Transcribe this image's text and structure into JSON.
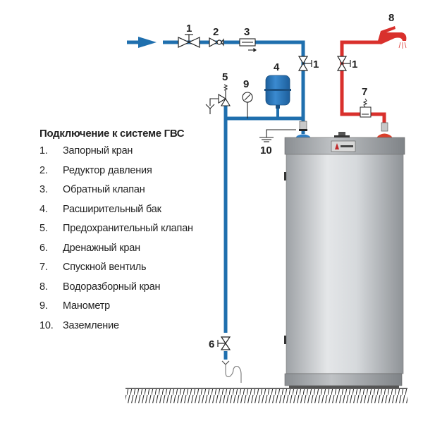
{
  "legend": {
    "title": "Подключение к системе ГВС",
    "items": [
      {
        "num": "1.",
        "label": "Запорный кран"
      },
      {
        "num": "2.",
        "label": "Редуктор давления"
      },
      {
        "num": "3.",
        "label": "Обратный клапан"
      },
      {
        "num": "4.",
        "label": "Расширительный бак"
      },
      {
        "num": "5.",
        "label": "Предохранительный клапан"
      },
      {
        "num": "6.",
        "label": "Дренажный кран"
      },
      {
        "num": "7.",
        "label": "Спускной вентиль"
      },
      {
        "num": "8.",
        "label": "Водоразборный кран"
      },
      {
        "num": "9.",
        "label": "Манометр"
      },
      {
        "num": "10.",
        "label": "Заземление"
      }
    ]
  },
  "callouts": {
    "shutoff_inlet": "1",
    "reducer": "2",
    "check_valve": "3",
    "expansion_tank": "4",
    "safety_valve": "5",
    "manometer": "9",
    "shutoff_cold": "1",
    "shutoff_hot": "1",
    "drain_valve": "6",
    "bleed_valve": "7",
    "faucet": "8",
    "ground": "10"
  },
  "colors": {
    "cold_pipe": "#1f6fae",
    "hot_pipe": "#d9302c",
    "tank_body": "#c9ccd0",
    "expansion_tank": "#2f7fc4"
  }
}
